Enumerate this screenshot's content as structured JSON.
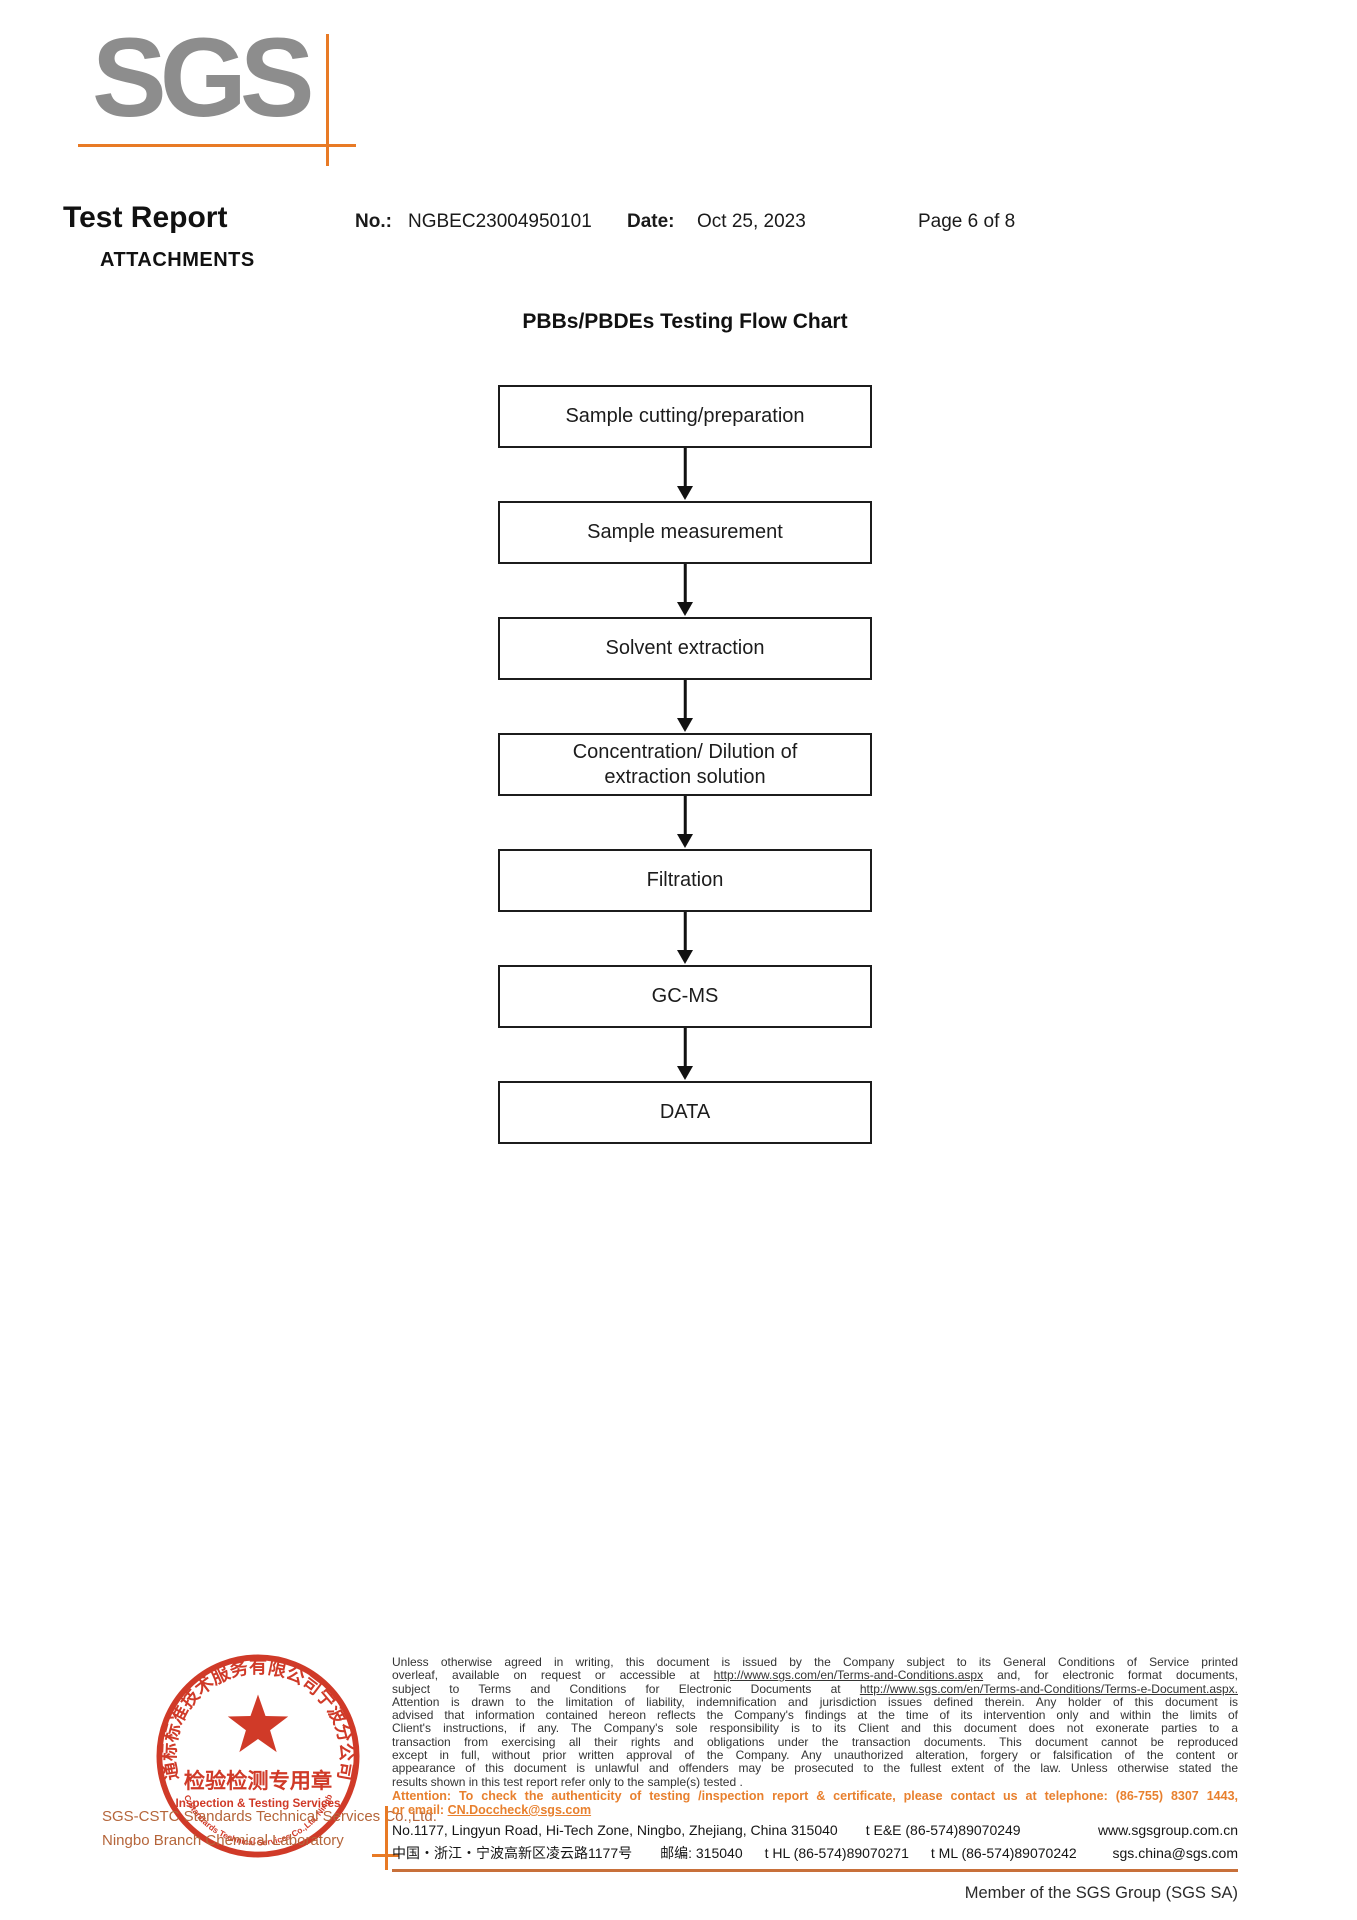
{
  "header": {
    "logo_text": "SGS",
    "title": "Test Report",
    "no_label": "No.:",
    "no_value": "NGBEC23004950101",
    "date_label": "Date:",
    "date_value": "Oct 25, 2023",
    "page_label": "Page 6 of 8",
    "attachments_label": "ATTACHMENTS"
  },
  "flowchart": {
    "title": "PBBs/PBDEs Testing Flow Chart",
    "steps": [
      "Sample cutting/preparation",
      "Sample measurement",
      "Solvent extraction",
      "Concentration/ Dilution of extraction solution",
      "Filtration",
      "GC-MS",
      "DATA"
    ]
  },
  "footer": {
    "disclaimer_lines": [
      "Unless otherwise agreed in writing, this document is issued by the Company subject to its General Conditions of Service printed",
      "overleaf, available on request or accessible at http://www.sgs.com/en/Terms-and-Conditions.aspx and, for electronic format documents,",
      "subject to Terms and Conditions for Electronic Documents at http://www.sgs.com/en/Terms-and-Conditions/Terms-e-Document.aspx.",
      "Attention is drawn to the limitation of liability, indemnification and jurisdiction issues defined therein. Any holder of this document is",
      "advised that information contained hereon reflects the Company's findings at the time of its intervention only and within the limits of",
      "Client's instructions, if any. The Company's sole responsibility is to its Client and this document does not exonerate parties to a",
      "transaction from exercising all their rights and obligations under the transaction documents. This document cannot be reproduced",
      "except in full, without prior written approval of the Company. Any unauthorized alteration, forgery or falsification of the content or",
      "appearance of this document is unlawful and offenders may be prosecuted to the fullest extent of the law. Unless otherwise stated the",
      "results shown in this test report refer only to the sample(s) tested ."
    ],
    "underline_terms": [
      "http://www.sgs.com/en/Terms-and-Conditions.aspx",
      "http://www.sgs.com/en/Terms-and-Conditions/Terms-e-Document.aspx.",
      "CN.Doccheck@sgs.com"
    ],
    "attention_line1": "Attention: To check the authenticity of testing /inspection report & certificate, please contact us at telephone: (86-755) 8307 1443,",
    "attention_line2": "or email: CN.Doccheck@sgs.com",
    "address_en": "No.1177, Lingyun Road, Hi-Tech Zone, Ningbo, Zhejiang, China 315040",
    "tel_ee": "t E&E (86-574)89070249",
    "website": "www.sgsgroup.com.cn",
    "address_cn": "中国・浙江・宁波高新区凌云路1177号",
    "postal": "邮编: 315040",
    "tel_hl": "t HL  (86-574)89070271",
    "tel_ml": "t ML (86-574)89070242",
    "email": "sgs.china@sgs.com",
    "member_line": "Member of the SGS Group (SGS SA)",
    "company_line1": "SGS-CSTC Standards Technical Services Co.,Ltd.",
    "company_line2": "Ningbo Branch Chemical Laboratory",
    "stamp": {
      "arc_top_cn": "通标标准技术服务有限公司宁波分公司",
      "arc_bottom_en": "SGS-CSTC Standards Technical Services Co.,Ltd. Ningbo Branch",
      "center_cn": "检验检测专用章",
      "center_en": "Inspection & Testing Services"
    }
  },
  "colors": {
    "accent_orange": "#e87a25",
    "stamp_red": "#d03a28",
    "logo_gray": "#8d8d8d",
    "attention_orange": "#e8802e",
    "footer_rule_orange": "#c8703a"
  }
}
